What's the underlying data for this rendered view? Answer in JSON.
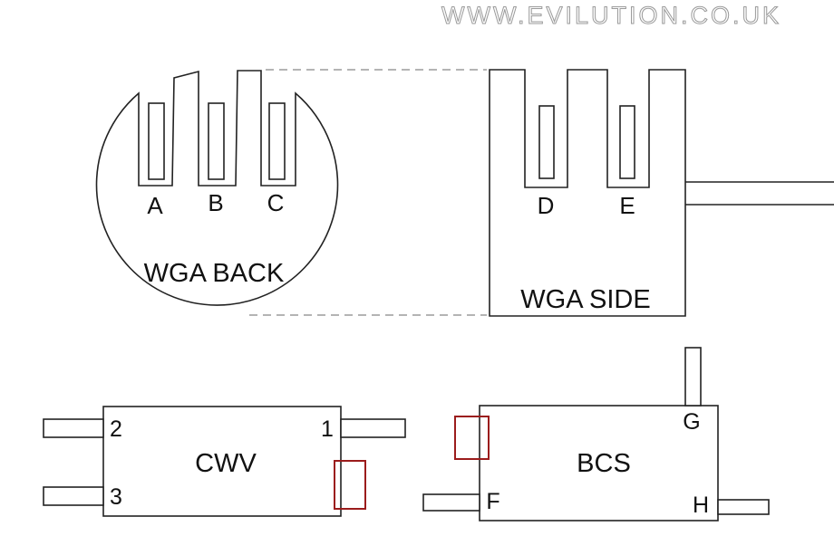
{
  "watermark": "WWW.EVILUTION.CO.UK",
  "wga_back": {
    "title": "WGA BACK",
    "pins": [
      "A",
      "B",
      "C"
    ]
  },
  "wga_side": {
    "title": "WGA SIDE",
    "pins": [
      "D",
      "E"
    ]
  },
  "cwv": {
    "title": "CWV",
    "pins": [
      "1",
      "2",
      "3"
    ]
  },
  "bcs": {
    "title": "BCS",
    "pins": [
      "G",
      "F",
      "H"
    ]
  },
  "colors": {
    "line": "#222222",
    "highlight": "#9b1c1c",
    "dashed": "#888888"
  }
}
